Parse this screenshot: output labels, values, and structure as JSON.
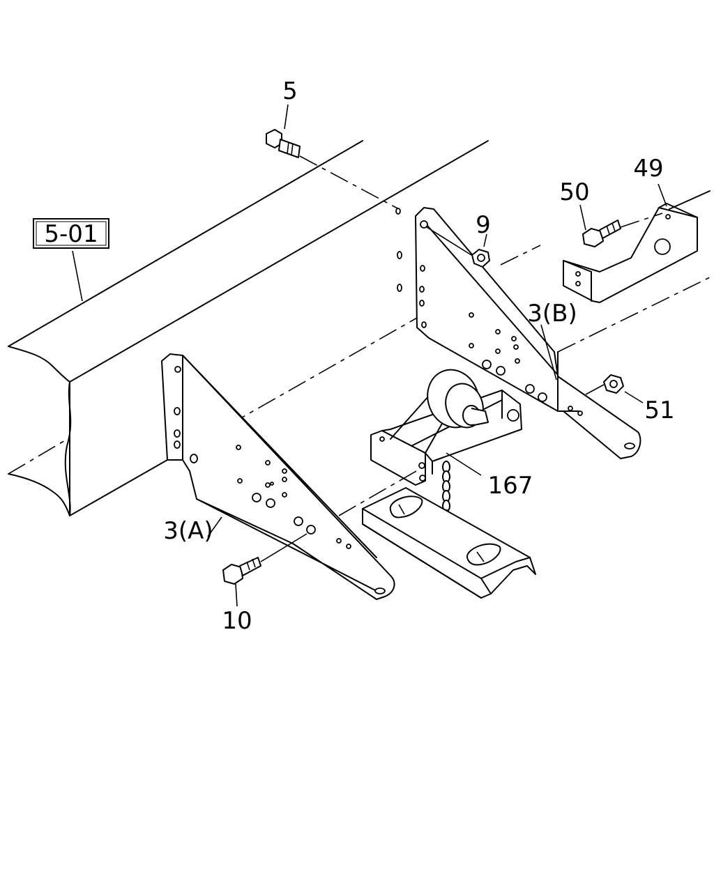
{
  "callouts": {
    "ref_box": "5-01",
    "c5": "5",
    "c9": "9",
    "c50": "50",
    "c49": "49",
    "c3b": "3(B)",
    "c51": "51",
    "c167": "167",
    "c3a": "3(A)",
    "c10": "10"
  },
  "colors": {
    "line": "#000000",
    "background": "#ffffff"
  }
}
